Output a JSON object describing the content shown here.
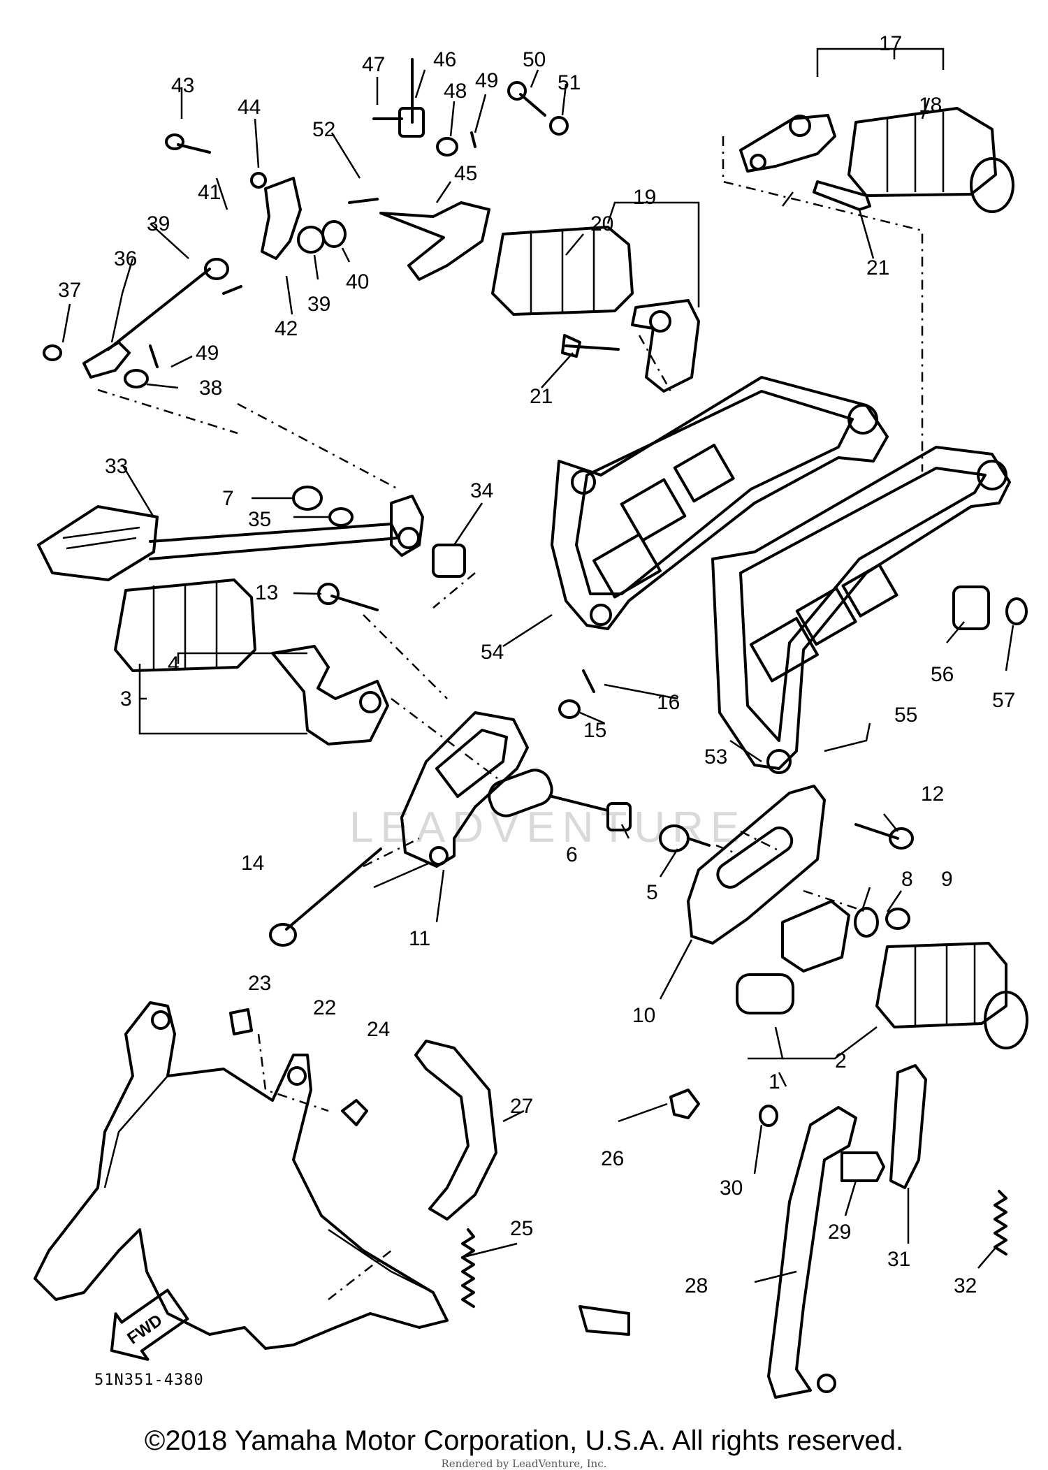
{
  "diagram": {
    "part_numbers": [
      "1",
      "2",
      "3",
      "4",
      "5",
      "6",
      "7",
      "8",
      "9",
      "10",
      "11",
      "12",
      "13",
      "14",
      "15",
      "16",
      "17",
      "18",
      "19",
      "20",
      "21",
      "21",
      "22",
      "23",
      "24",
      "25",
      "26",
      "27",
      "28",
      "29",
      "30",
      "31",
      "32",
      "33",
      "34",
      "35",
      "36",
      "37",
      "38",
      "39",
      "39",
      "40",
      "41",
      "42",
      "43",
      "44",
      "45",
      "46",
      "47",
      "48",
      "49",
      "49",
      "50",
      "51",
      "52",
      "53",
      "54",
      "55",
      "56",
      "57"
    ],
    "direction_marker": "FWD",
    "watermark": "LEADVENTURE",
    "drawing_code": "51N351-4380"
  },
  "footer": {
    "copyright": "©2018 Yamaha Motor Corporation, U.S.A. All rights reserved.",
    "rendered_by": "Rendered by LeadVenture, Inc."
  }
}
